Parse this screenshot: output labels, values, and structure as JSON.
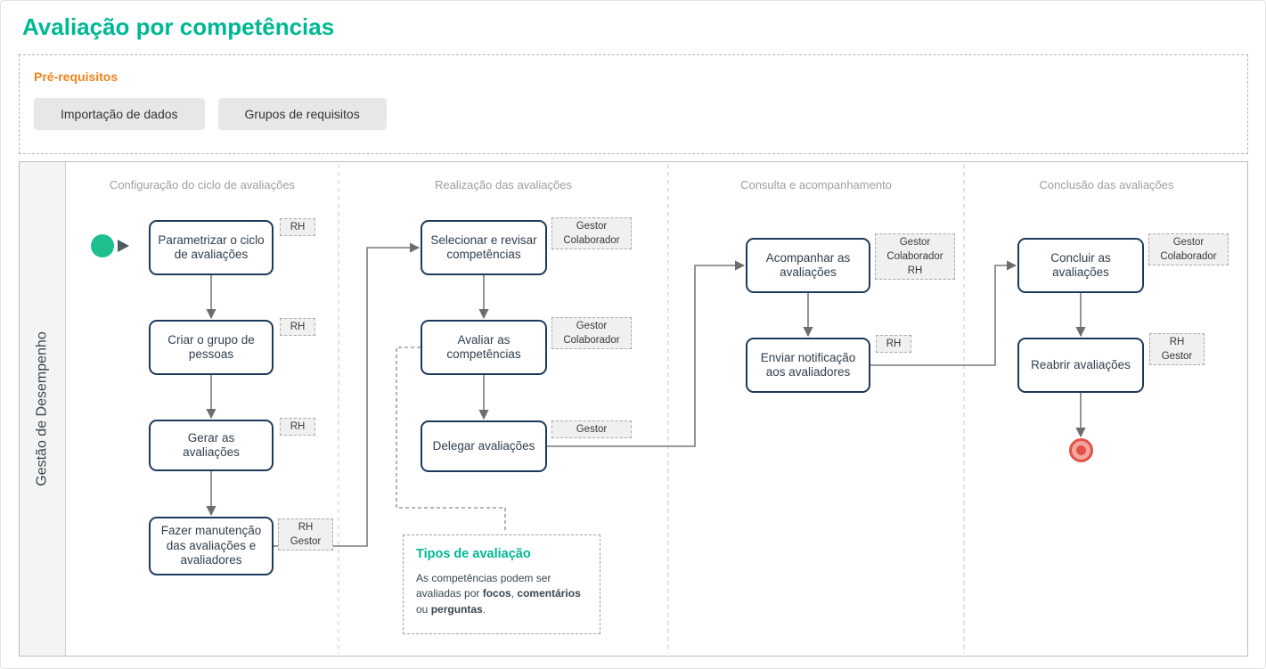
{
  "page": {
    "title": "Avaliação por competências"
  },
  "prerequisites": {
    "label": "Pré-requisitos",
    "buttons": [
      "Importação de dados",
      "Grupos de requisitos"
    ]
  },
  "lane": {
    "label": "Gestão de Desempenho"
  },
  "phases": [
    {
      "label": "Configuração do ciclo de avaliações"
    },
    {
      "label": "Realização das avaliações"
    },
    {
      "label": "Consulta e acompanhamento"
    },
    {
      "label": "Conclusão das avaliações"
    }
  ],
  "nodes": [
    {
      "label": "Parametrizar o ciclo de avaliações",
      "tag": [
        "RH"
      ]
    },
    {
      "label": "Criar o grupo de pessoas",
      "tag": [
        "RH"
      ]
    },
    {
      "label": "Gerar as avaliações",
      "tag": [
        "RH"
      ]
    },
    {
      "label": "Fazer manutenção das avaliações e avaliadores",
      "tag": [
        "RH",
        "Gestor"
      ]
    },
    {
      "label": "Selecionar e revisar competências",
      "tag": [
        "Gestor",
        "Colaborador"
      ]
    },
    {
      "label": "Avaliar as competências",
      "tag": [
        "Gestor",
        "Colaborador"
      ]
    },
    {
      "label": "Delegar avaliações",
      "tag": [
        "Gestor"
      ]
    },
    {
      "label": "Acompanhar as avaliações",
      "tag": [
        "Gestor",
        "Colaborador",
        "RH"
      ]
    },
    {
      "label": "Enviar notificação aos avaliadores",
      "tag": [
        "RH"
      ]
    },
    {
      "label": "Concluir as avaliações",
      "tag": [
        "Gestor",
        "Colaborador"
      ]
    },
    {
      "label": "Reabrir avaliações",
      "tag": [
        "RH",
        "Gestor"
      ]
    }
  ],
  "note": {
    "title": "Tipos de avaliação",
    "body": [
      {
        "text": "As competências podem ser avaliadas por "
      },
      {
        "text": "focos"
      },
      {
        "text": ", "
      },
      {
        "text": "comentários"
      },
      {
        "text": " ou "
      },
      {
        "text": "perguntas"
      },
      {
        "text": "."
      }
    ]
  },
  "icons": {
    "start_event": "filled-green-circle",
    "end_event": "red-ring-circle",
    "flow_start_arrow": "triangle-right"
  },
  "colors": {
    "title_teal": "#00b894",
    "prerequisites_orange": "#f0831e",
    "node_border_navy": "#1d3a5c",
    "start_event_green": "#1ebe8f",
    "end_event_red": "#e35149",
    "connector_gray": "#7a7a7a"
  }
}
